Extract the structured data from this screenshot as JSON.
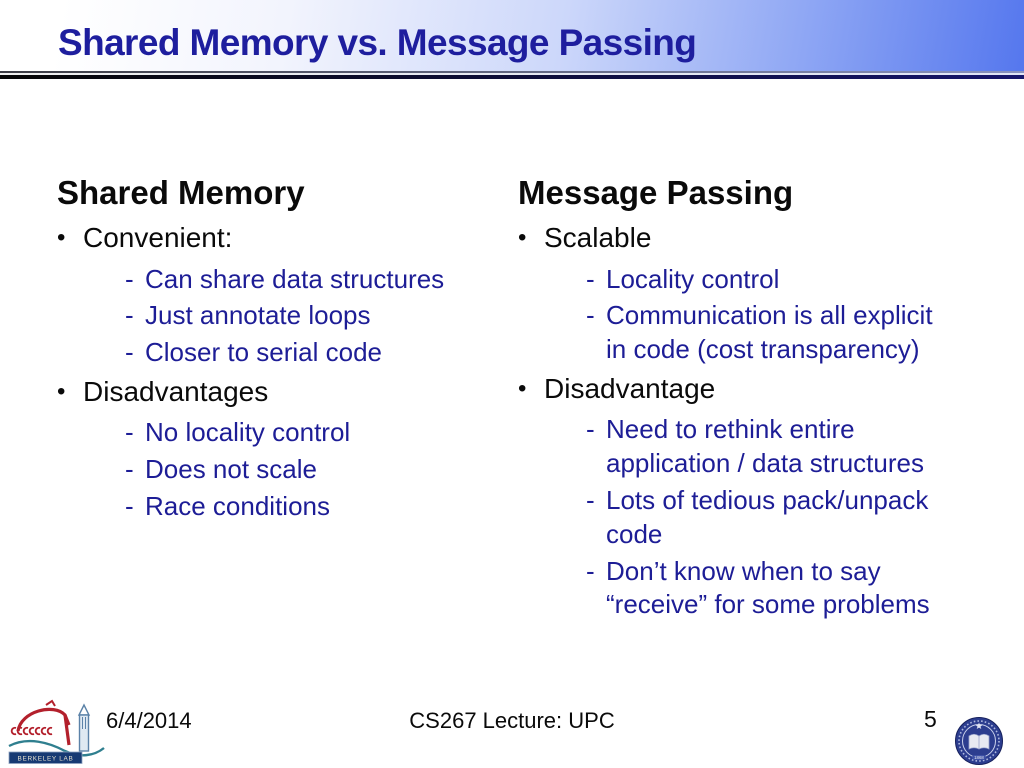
{
  "slide": {
    "title": "Shared Memory vs. Message Passing",
    "date": "6/4/2014",
    "footer_center": "CS267 Lecture: UPC",
    "page_number": "5"
  },
  "columns": {
    "left": {
      "heading": "Shared Memory",
      "items": [
        {
          "level": 1,
          "text": "Convenient:"
        },
        {
          "level": 2,
          "text": "Can share data structures"
        },
        {
          "level": 2,
          "text": "Just annotate loops"
        },
        {
          "level": 2,
          "text": "Closer to serial code"
        },
        {
          "level": 1,
          "text": "Disadvantages"
        },
        {
          "level": 2,
          "text": "No locality control"
        },
        {
          "level": 2,
          "text": "Does not scale"
        },
        {
          "level": 2,
          "text": "Race conditions"
        }
      ]
    },
    "right": {
      "heading": "Message Passing",
      "items": [
        {
          "level": 1,
          "text": "Scalable"
        },
        {
          "level": 2,
          "text": "Locality control"
        },
        {
          "level": 2,
          "text": "Communication is all explicit\nin code (cost transparency)"
        },
        {
          "level": 1,
          "text": "Disadvantage"
        },
        {
          "level": 2,
          "text": "Need to rethink entire\napplication / data structures"
        },
        {
          "level": 2,
          "text": "Lots of tedious pack/unpack\ncode"
        },
        {
          "level": 2,
          "text": "Don’t know when to say\n“receive” for some problems"
        }
      ]
    }
  },
  "ui": {
    "bullet": "•",
    "dash": "-"
  },
  "logos": {
    "berkeley_lab_label": "BERKELEY LAB",
    "uc_seal_year": "1868"
  },
  "colors": {
    "title_navy": "#1e1e9e",
    "sub_bullet_navy": "#1d1d96",
    "header_blue": "#5577ee",
    "logo_red": "#b3202c",
    "logo_teal": "#2f7f8f",
    "logo_navy": "#173a73",
    "seal_blue": "#2c3d8f"
  }
}
